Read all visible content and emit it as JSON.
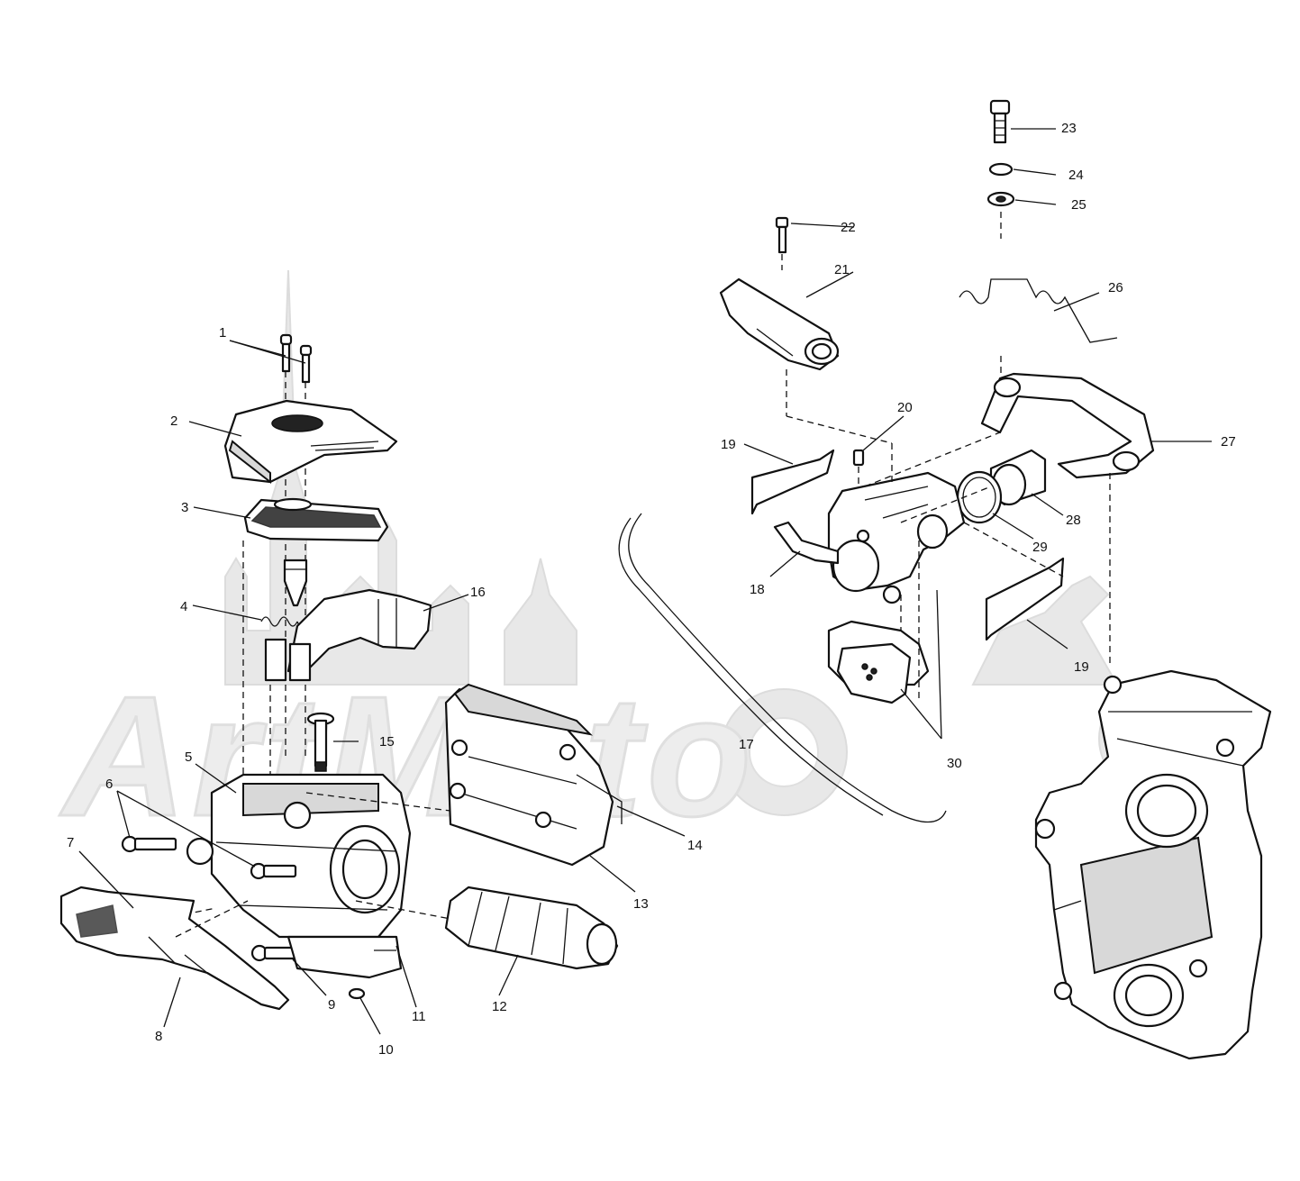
{
  "watermark": {
    "text": "ArtMoto",
    "color": "#e8e8e8"
  },
  "callouts": [
    {
      "id": "1",
      "label": "1"
    },
    {
      "id": "2",
      "label": "2"
    },
    {
      "id": "3",
      "label": "3"
    },
    {
      "id": "4",
      "label": "4"
    },
    {
      "id": "5",
      "label": "5"
    },
    {
      "id": "6",
      "label": "6"
    },
    {
      "id": "7",
      "label": "7"
    },
    {
      "id": "8",
      "label": "8"
    },
    {
      "id": "9",
      "label": "9"
    },
    {
      "id": "10",
      "label": "10"
    },
    {
      "id": "11",
      "label": "11"
    },
    {
      "id": "12",
      "label": "12"
    },
    {
      "id": "13",
      "label": "13"
    },
    {
      "id": "14",
      "label": "14"
    },
    {
      "id": "15",
      "label": "15"
    },
    {
      "id": "16",
      "label": "16"
    },
    {
      "id": "17",
      "label": "17"
    },
    {
      "id": "18",
      "label": "18"
    },
    {
      "id": "19a",
      "label": "19"
    },
    {
      "id": "19b",
      "label": "19"
    },
    {
      "id": "20",
      "label": "20"
    },
    {
      "id": "21",
      "label": "21"
    },
    {
      "id": "22",
      "label": "22"
    },
    {
      "id": "23",
      "label": "23"
    },
    {
      "id": "24",
      "label": "24"
    },
    {
      "id": "25",
      "label": "25"
    },
    {
      "id": "26",
      "label": "26"
    },
    {
      "id": "27",
      "label": "27"
    },
    {
      "id": "28",
      "label": "28"
    },
    {
      "id": "29",
      "label": "29"
    },
    {
      "id": "30",
      "label": "30"
    }
  ]
}
